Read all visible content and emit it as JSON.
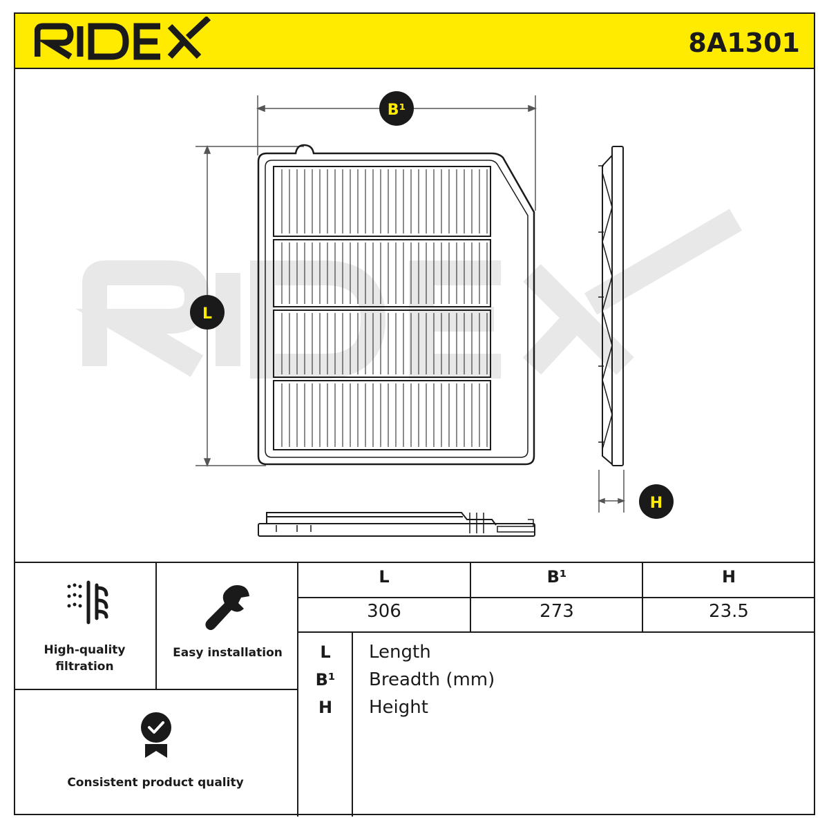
{
  "brand": {
    "logo_text": "RIDEX",
    "part_number": "8A1301",
    "accent_color": "#ffeb00"
  },
  "drawing": {
    "watermark_text": "RIDEX",
    "dimension_markers": {
      "breadth": "B¹",
      "length": "L",
      "height": "H"
    }
  },
  "features": [
    {
      "label_line1": "High-quality",
      "label_line2": "filtration",
      "icon": "filtration-icon"
    },
    {
      "label": "Easy installation",
      "icon": "wrench-icon"
    },
    {
      "label": "Consistent product quality",
      "icon": "quality-badge-icon"
    }
  ],
  "dimensions": {
    "headers": [
      "L",
      "B¹",
      "H"
    ],
    "values": [
      "306",
      "273",
      "23.5"
    ]
  },
  "legend": [
    {
      "key": "L",
      "desc": "Length"
    },
    {
      "key": "B¹",
      "desc": "Breadth (mm)"
    },
    {
      "key": "H",
      "desc": "Height"
    }
  ]
}
